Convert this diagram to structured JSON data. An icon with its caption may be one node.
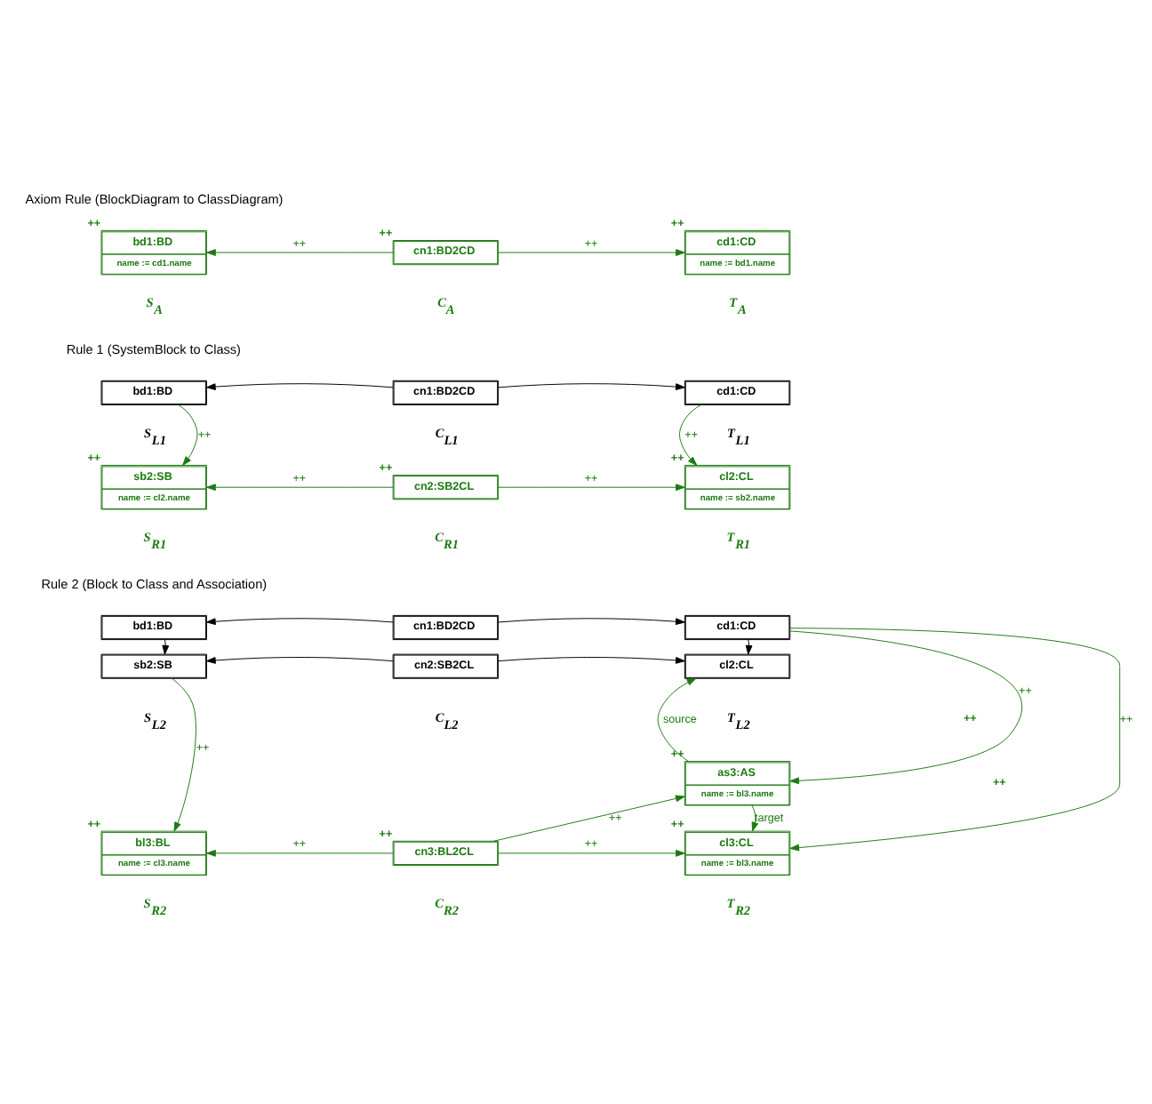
{
  "diagram": {
    "nodes": [
      {
        "text": [
          "bd1:BD",
          "name := cd1.name"
        ],
        "beside": [
          "++"
        ]
      },
      {
        "text": [
          "cn1:BD2CD"
        ],
        "beside": [
          "++"
        ]
      },
      {
        "text": [
          "cd1:CD",
          "name := bd1.name"
        ],
        "beside": [
          "++"
        ]
      },
      {
        "text": [
          "bd1:BD"
        ]
      },
      {
        "text": [
          "cn1:BD2CD"
        ]
      },
      {
        "text": [
          "cd1:CD"
        ]
      },
      {
        "text": [
          "sb2:SB",
          "name := cl2.name"
        ],
        "beside": [
          "++"
        ]
      },
      {
        "text": [
          "cn2:SB2CL"
        ],
        "beside": [
          "++"
        ]
      },
      {
        "text": [
          "cl2:CL",
          "name := sb2.name"
        ],
        "beside": [
          "++"
        ]
      },
      {
        "text": [
          "bd1:BD"
        ]
      },
      {
        "text": [
          "cn1:BD2CD"
        ]
      },
      {
        "text": [
          "cd1:CD"
        ]
      },
      {
        "text": [
          "sb2:SB"
        ]
      },
      {
        "text": [
          "cn2:SB2CL"
        ]
      },
      {
        "text": [
          "cl2:CL"
        ]
      },
      {
        "text": [
          "as3:AS",
          "name := bl3.name"
        ],
        "beside": [
          "++"
        ]
      },
      {
        "text": [
          "bl3:BL",
          "name := cl3.name"
        ],
        "beside": [
          "++"
        ]
      },
      {
        "text": [
          "cn3:BL2CL"
        ],
        "beside": [
          "++"
        ]
      },
      {
        "text": [
          "cl3:CL",
          "name := bl3.name"
        ],
        "beside": [
          "++"
        ]
      }
    ],
    "edges": [
      {
        "from": 1,
        "to": 0,
        "arrow": "to",
        "label": "++"
      },
      {
        "from": 1,
        "to": 2,
        "arrow": "to",
        "label": "++"
      },
      {
        "from": 4,
        "to": 3,
        "arrow": "to",
        "color": "#000000"
      },
      {
        "from": 4,
        "to": 5,
        "arrow": "to",
        "color": "#000000"
      },
      {
        "from": 3,
        "to": 6,
        "arrow": "to",
        "label": "++"
      },
      {
        "from": 5,
        "to": 8,
        "arrow": "to",
        "label": "++"
      },
      {
        "from": 7,
        "to": 6,
        "arrow": "to",
        "label": "++"
      },
      {
        "from": 7,
        "to": 8,
        "arrow": "to",
        "label": "++"
      },
      {
        "from": 10,
        "to": 9,
        "arrow": "to",
        "color": "#000000"
      },
      {
        "from": 10,
        "to": 11,
        "arrow": "to",
        "color": "#000000"
      },
      {
        "from": 9,
        "to": 12,
        "arrow": "to",
        "color": "#000000"
      },
      {
        "from": 11,
        "to": 14,
        "arrow": "to",
        "color": "#000000"
      },
      {
        "from": 13,
        "to": 12,
        "arrow": "to",
        "color": "#000000"
      },
      {
        "from": 13,
        "to": 14,
        "arrow": "to",
        "color": "#000000"
      },
      {
        "from": 12,
        "to": 16,
        "arrow": "to",
        "label": "++"
      },
      {
        "from": 15,
        "to": 14,
        "arrow": "to",
        "label": "source"
      },
      {
        "from": 11,
        "to": 15,
        "arrow": "to",
        "label": "++"
      },
      {
        "from": 11,
        "to": 18,
        "arrow": "to",
        "label": "++"
      },
      {
        "from": 17,
        "to": 16,
        "arrow": "to",
        "label": "++"
      },
      {
        "from": 17,
        "to": 15,
        "arrow": "to",
        "label": "++"
      },
      {
        "from": 15,
        "to": 18,
        "arrow": "to",
        "label": "target"
      },
      {
        "from": 17,
        "to": 18,
        "arrow": "to",
        "label": "++"
      }
    ],
    "labels": [
      "Axiom Rule (BlockDiagram to ClassDiagram)",
      "S$_{A}$",
      "C$_{A}$",
      "T$_{A}$",
      "Rule 1 (SystemBlock to Class)",
      "S$_{L1}$",
      "C$_{L1}$",
      "T$_{L1}$",
      "S$_{R1}$",
      "C$_{R1}$",
      "T$_{R1}$",
      "Rule 2 (Block to Class and Association)",
      "S$_{L2}$",
      "C$_{L2}$",
      "T$_{L2}$",
      "++",
      "++",
      "S$_{R2}$",
      "C$_{R2}$",
      "T$_{R2}$"
    ]
  }
}
